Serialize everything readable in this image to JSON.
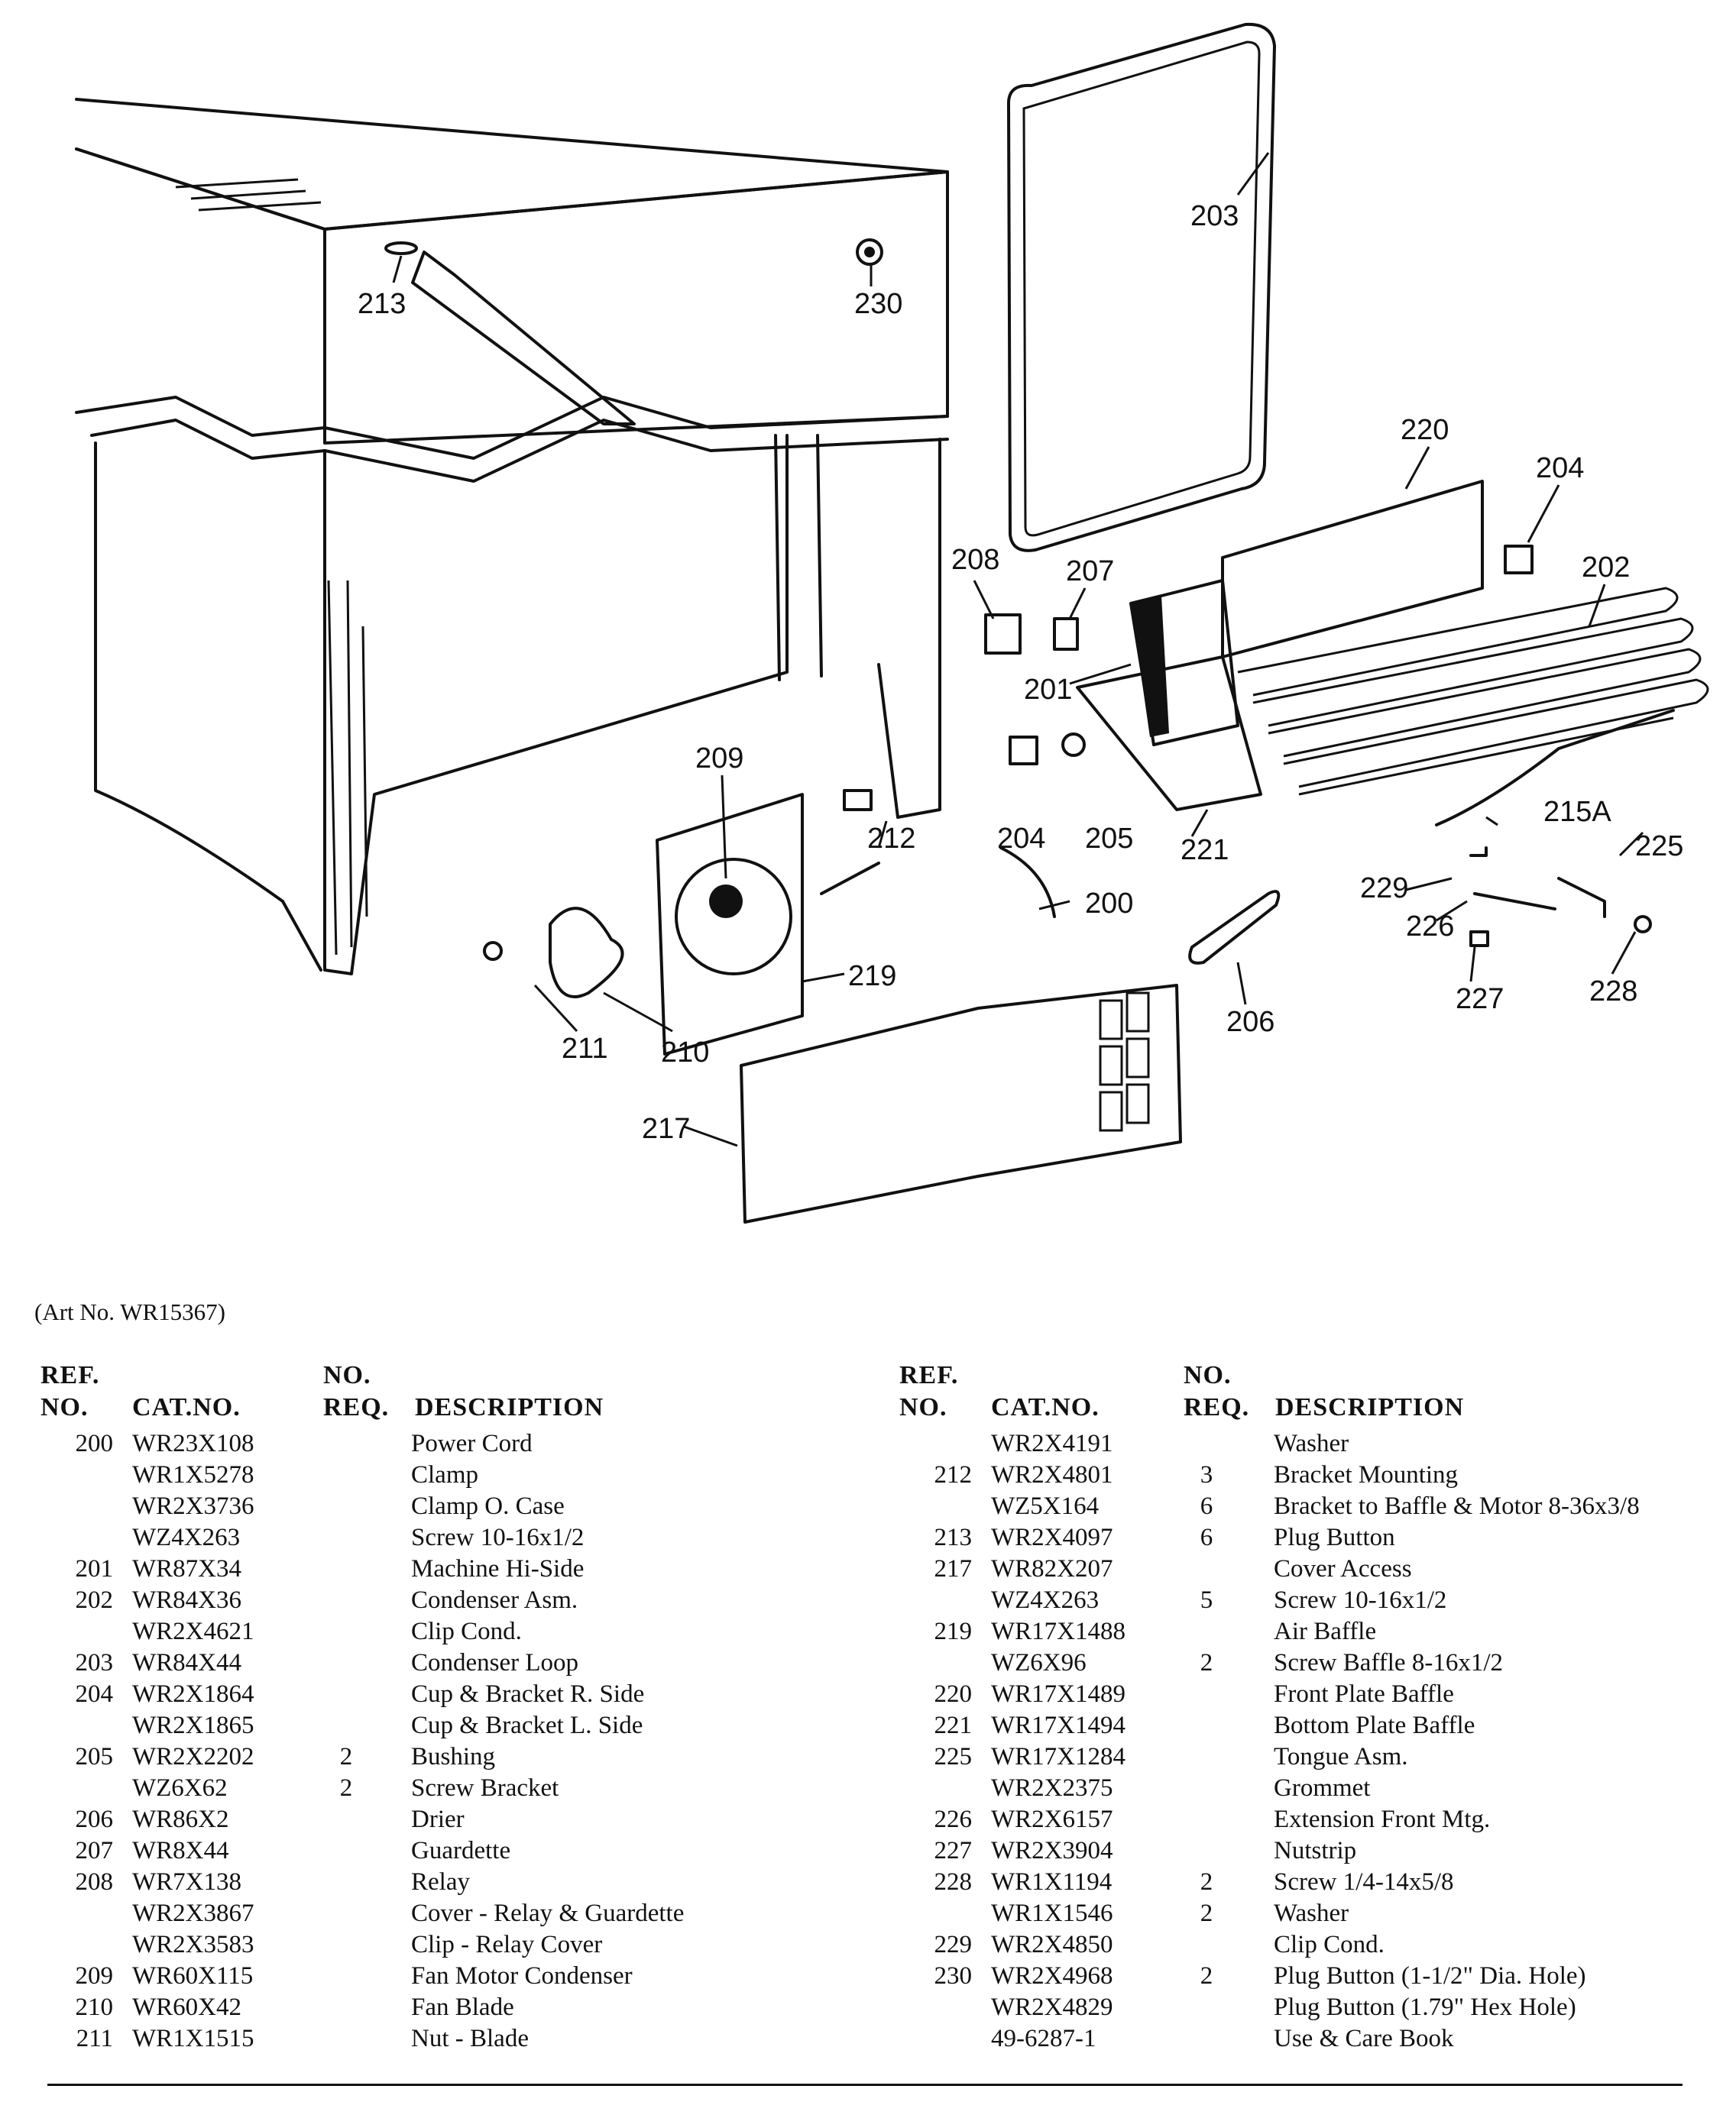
{
  "art_number": "(Art No. WR15367)",
  "callouts": [
    "200",
    "201",
    "202",
    "203",
    "204",
    "204",
    "205",
    "206",
    "207",
    "208",
    "209",
    "210",
    "211",
    "212",
    "213",
    "215A",
    "217",
    "219",
    "220",
    "221",
    "225",
    "226",
    "227",
    "228",
    "229",
    "230"
  ],
  "headers": {
    "ref_line1": "REF.",
    "ref_line2": "NO.",
    "cat": "CAT.NO.",
    "req_line1": "NO.",
    "req_line2": "REQ.",
    "desc": "DESCRIPTION"
  },
  "parts_left": [
    {
      "ref": "200",
      "cat": "WR23X108",
      "req": "",
      "desc": "Power Cord"
    },
    {
      "ref": "",
      "cat": "WR1X5278",
      "req": "",
      "desc": "Clamp"
    },
    {
      "ref": "",
      "cat": "WR2X3736",
      "req": "",
      "desc": "Clamp O. Case"
    },
    {
      "ref": "",
      "cat": "WZ4X263",
      "req": "",
      "desc": "Screw 10-16x1/2"
    },
    {
      "ref": "201",
      "cat": "WR87X34",
      "req": "",
      "desc": "Machine Hi-Side"
    },
    {
      "ref": "202",
      "cat": "WR84X36",
      "req": "",
      "desc": "Condenser Asm."
    },
    {
      "ref": "",
      "cat": "WR2X4621",
      "req": "",
      "desc": "Clip Cond."
    },
    {
      "ref": "203",
      "cat": "WR84X44",
      "req": "",
      "desc": "Condenser Loop"
    },
    {
      "ref": "204",
      "cat": "WR2X1864",
      "req": "",
      "desc": "Cup & Bracket R. Side"
    },
    {
      "ref": "",
      "cat": "WR2X1865",
      "req": "",
      "desc": "Cup & Bracket L. Side"
    },
    {
      "ref": "205",
      "cat": "WR2X2202",
      "req": "2",
      "desc": "Bushing"
    },
    {
      "ref": "",
      "cat": "WZ6X62",
      "req": "2",
      "desc": "Screw Bracket"
    },
    {
      "ref": "206",
      "cat": "WR86X2",
      "req": "",
      "desc": "Drier"
    },
    {
      "ref": "207",
      "cat": "WR8X44",
      "req": "",
      "desc": "Guardette"
    },
    {
      "ref": "208",
      "cat": "WR7X138",
      "req": "",
      "desc": "Relay"
    },
    {
      "ref": "",
      "cat": "WR2X3867",
      "req": "",
      "desc": "Cover - Relay & Guardette"
    },
    {
      "ref": "",
      "cat": "WR2X3583",
      "req": "",
      "desc": "Clip - Relay Cover"
    },
    {
      "ref": "209",
      "cat": "WR60X115",
      "req": "",
      "desc": "Fan Motor Condenser"
    },
    {
      "ref": "210",
      "cat": "WR60X42",
      "req": "",
      "desc": "Fan Blade"
    },
    {
      "ref": "211",
      "cat": "WR1X1515",
      "req": "",
      "desc": "Nut - Blade"
    }
  ],
  "parts_right": [
    {
      "ref": "",
      "cat": "WR2X4191",
      "req": "",
      "desc": "Washer"
    },
    {
      "ref": "212",
      "cat": "WR2X4801",
      "req": "3",
      "desc": "Bracket Mounting"
    },
    {
      "ref": "",
      "cat": "WZ5X164",
      "req": "6",
      "desc": "Bracket to Baffle & Motor 8-36x3/8"
    },
    {
      "ref": "213",
      "cat": "WR2X4097",
      "req": "6",
      "desc": "Plug Button"
    },
    {
      "ref": "217",
      "cat": "WR82X207",
      "req": "",
      "desc": "Cover Access"
    },
    {
      "ref": "",
      "cat": "WZ4X263",
      "req": "5",
      "desc": "Screw 10-16x1/2"
    },
    {
      "ref": "219",
      "cat": "WR17X1488",
      "req": "",
      "desc": "Air Baffle"
    },
    {
      "ref": "",
      "cat": "WZ6X96",
      "req": "2",
      "desc": "Screw Baffle 8-16x1/2"
    },
    {
      "ref": "220",
      "cat": "WR17X1489",
      "req": "",
      "desc": "Front Plate Baffle"
    },
    {
      "ref": "221",
      "cat": "WR17X1494",
      "req": "",
      "desc": "Bottom Plate Baffle"
    },
    {
      "ref": "225",
      "cat": "WR17X1284",
      "req": "",
      "desc": "Tongue Asm."
    },
    {
      "ref": "",
      "cat": "WR2X2375",
      "req": "",
      "desc": "Grommet"
    },
    {
      "ref": "226",
      "cat": "WR2X6157",
      "req": "",
      "desc": "Extension Front Mtg."
    },
    {
      "ref": "227",
      "cat": "WR2X3904",
      "req": "",
      "desc": "Nutstrip"
    },
    {
      "ref": "228",
      "cat": "WR1X1194",
      "req": "2",
      "desc": "Screw 1/4-14x5/8"
    },
    {
      "ref": "",
      "cat": "WR1X1546",
      "req": "2",
      "desc": "Washer"
    },
    {
      "ref": "229",
      "cat": "WR2X4850",
      "req": "",
      "desc": "Clip Cond."
    },
    {
      "ref": "230",
      "cat": "WR2X4968",
      "req": "2",
      "desc": "Plug Button (1-1/2\" Dia. Hole)"
    },
    {
      "ref": "",
      "cat": "WR2X4829",
      "req": "",
      "desc": "Plug Button (1.79\" Hex Hole)"
    },
    {
      "ref": "",
      "cat": "49-6287-1",
      "req": "",
      "desc": "Use & Care Book"
    }
  ]
}
